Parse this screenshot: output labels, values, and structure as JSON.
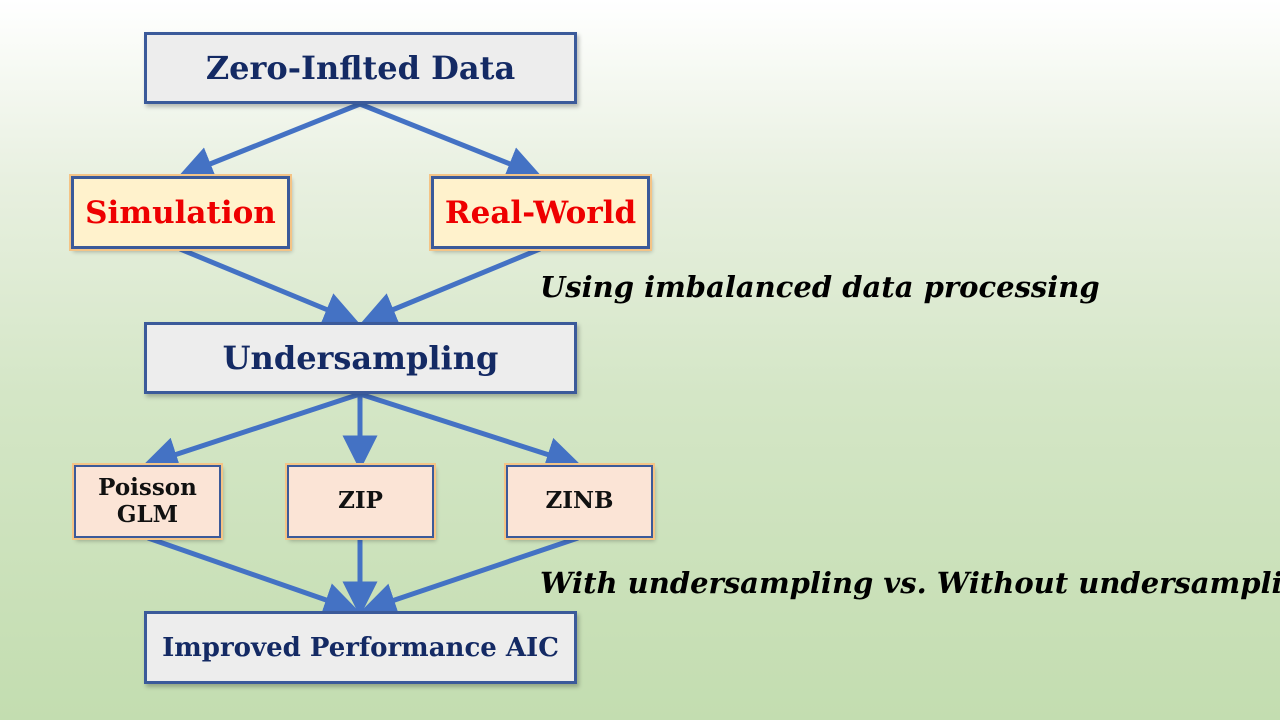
{
  "diagram": {
    "nodes": {
      "zero_inflated": "Zero-Inflted Data",
      "simulation": "Simulation",
      "real_world": "Real-World",
      "undersampling": "Undersampling",
      "poisson_glm_line1": "Poisson",
      "poisson_glm_line2": "GLM",
      "zip": "ZIP",
      "zinb": "ZINB",
      "improved": "Improved Performance AIC"
    },
    "annotations": {
      "imbalanced": "Using imbalanced data processing",
      "comparison": "With undersampling vs. Without undersampling"
    },
    "edges": [
      [
        "zero_inflated",
        "simulation"
      ],
      [
        "zero_inflated",
        "real_world"
      ],
      [
        "simulation",
        "undersampling"
      ],
      [
        "real_world",
        "undersampling"
      ],
      [
        "undersampling",
        "poisson_glm"
      ],
      [
        "undersampling",
        "zip"
      ],
      [
        "undersampling",
        "zinb"
      ],
      [
        "poisson_glm",
        "improved"
      ],
      [
        "zip",
        "improved"
      ],
      [
        "zinb",
        "improved"
      ]
    ],
    "colors": {
      "arrow": "#4472c4",
      "box_border": "#3b5a9a",
      "main_text": "#142a64",
      "source_text": "#ee0000",
      "source_fill": "#fff2cc",
      "model_fill": "#fbe4d6",
      "main_fill": "#ededed"
    }
  }
}
